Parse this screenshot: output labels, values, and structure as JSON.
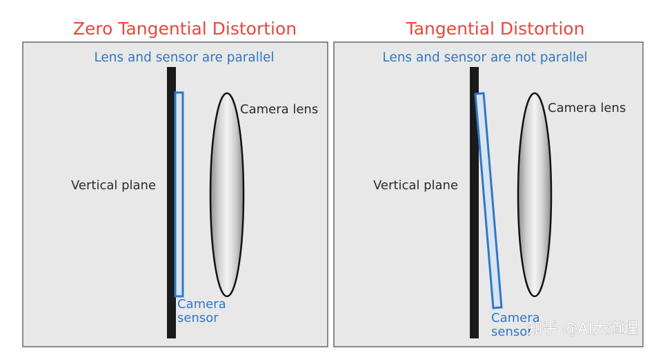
{
  "left_panel": {
    "title": "Zero Tangential Distortion",
    "subtitle": "Lens and sensor are parallel",
    "plane_label": "Vertical plane",
    "lens_label": "Camera lens",
    "sensor_label_line1": "Camera",
    "sensor_label_line2": "sensor"
  },
  "right_panel": {
    "title": "Tangential Distortion",
    "subtitle": "Lens and sensor are not parallel",
    "plane_label": "Vertical plane",
    "lens_label": "Camera lens",
    "sensor_label_line1": "Camera",
    "sensor_label_line2": "sensor"
  },
  "watermark": "知乎 @AI大道理",
  "colors": {
    "title": "#e8473b",
    "accent_blue": "#2f77c4",
    "panel_bg": "#e8e8e8",
    "panel_border": "#666666",
    "plane": "#1a1a1a"
  }
}
